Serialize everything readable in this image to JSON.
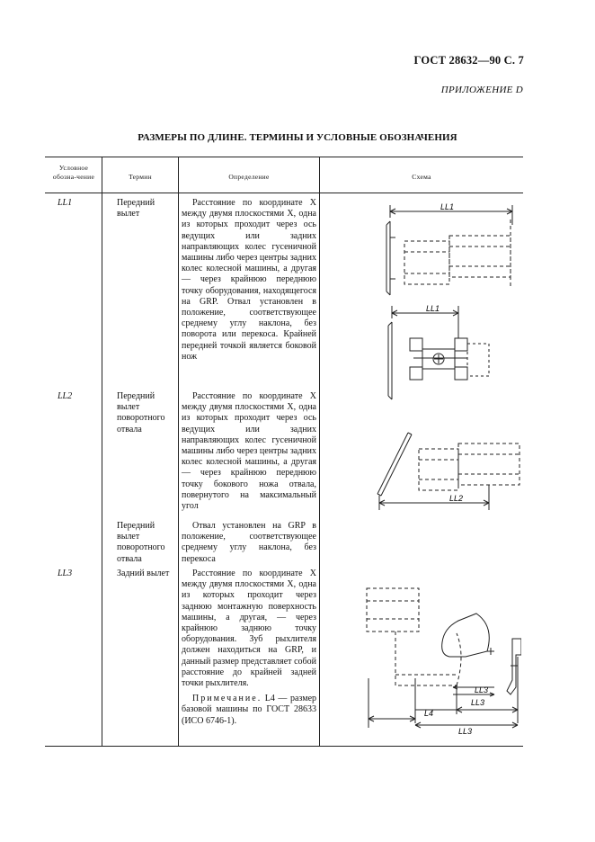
{
  "header": "ГОСТ 28632—90 С. 7",
  "appendix": "ПРИЛОЖЕНИЕ D",
  "title": "РАЗМЕРЫ ПО ДЛИНЕ. ТЕРМИНЫ И УСЛОВНЫЕ ОБОЗНАЧЕНИЯ",
  "columns": {
    "symbol": "Условное обозна-чение",
    "term": "Термин",
    "definition": "Определение",
    "schema": "Схема"
  },
  "rows": [
    {
      "symbol": "LL1",
      "term": "Передний вылет",
      "definition": "Расстояние по координате X между двумя плоскостями X, одна из которых проходит через ось ведущих или задних направляющих колес гусеничной машины либо через центры задних колес колесной машины, а другая — через крайнюю переднюю точку оборудования, находящегося на GRP. Отвал установлен в положение, соответствующее среднему углу наклона, без поворота или перекоса. Крайней передней точкой является боковой нож"
    },
    {
      "symbol": "LL2",
      "term": "Передний вылет поворотного отвала",
      "definition": "Расстояние по координате X между двумя плоскостями X, одна из которых проходит через ось ведущих или задних направляющих колес гусеничной машины либо через центры задних колес колесной машины, а другая — через крайнюю переднюю точку бокового ножа отвала, повернутого на максимальный угол"
    },
    {
      "symbol": "",
      "term": "Передний вылет поворотного отвала",
      "definition": "Отвал установлен на GRP в положение, соответствующее среднему углу наклона, без перекоса"
    },
    {
      "symbol": "LL3",
      "term": "Задний вылет",
      "definition": "Расстояние по координате X между двумя плоскостями X, одна из которых проходит через заднюю монтажную поверхность машины, а другая, — через крайнюю заднюю точку оборудования. Зуб рыхлителя должен находиться на GRP, и данный размер представляет собой расстояние до крайней задней точки рыхлителя.",
      "note_label": "Примечание.",
      "note_text": "L4 — размер базовой машины по ГОСТ 28633 (ИСО 6746-1)."
    }
  ],
  "diagram_labels": {
    "ll1": "LL1",
    "ll2": "LL2",
    "ll3": "LL3",
    "l4": "L4"
  }
}
